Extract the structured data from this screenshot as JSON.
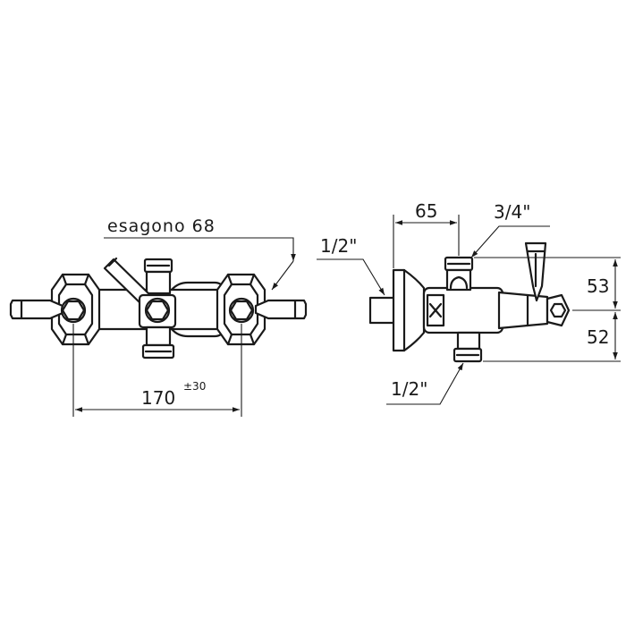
{
  "labels": {
    "hex_label": "esagono 68",
    "width_value": "170",
    "width_tolerance": "±30",
    "inlet_left": "1/2\"",
    "depth_value": "65",
    "outlet_top": "3/4\"",
    "height_upper": "53",
    "height_lower": "52",
    "outlet_bottom": "1/2\""
  }
}
